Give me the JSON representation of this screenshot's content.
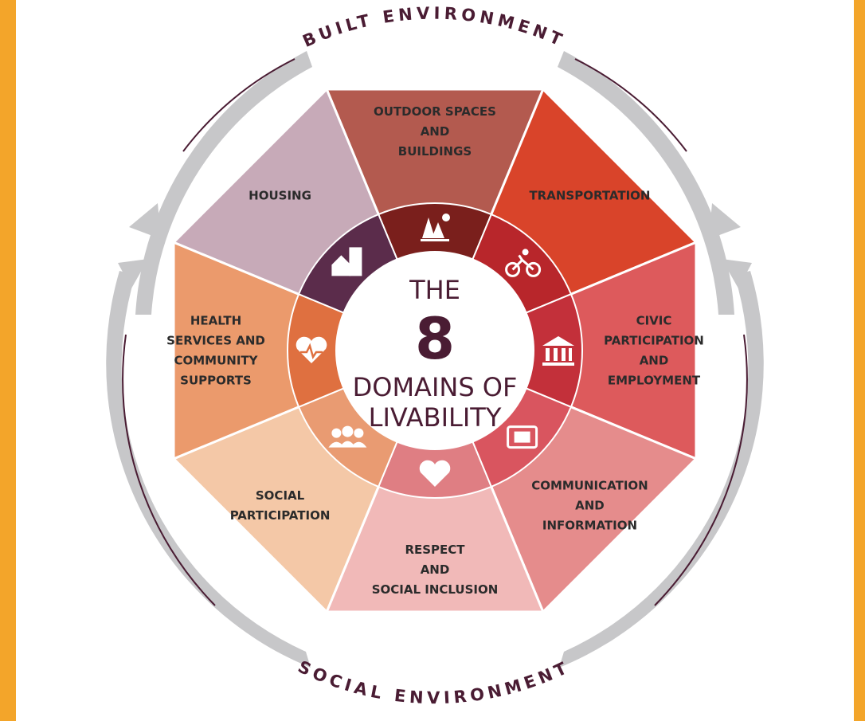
{
  "center": {
    "line1": "THE",
    "number": "8",
    "line2": "DOMAINS OF",
    "line3": "LIVABILITY"
  },
  "ring_labels": {
    "top": "BUILT ENVIRONMENT",
    "bottom": "SOCIAL ENVIRONMENT"
  },
  "domains": [
    {
      "id": "outdoor-spaces",
      "lines": [
        "OUTDOOR SPACES",
        "AND",
        "BUILDINGS"
      ],
      "outer_color": "#b35a4f",
      "inner_color": "#7a1f1c",
      "icon": "park-icon"
    },
    {
      "id": "transportation",
      "lines": [
        "TRANSPORTATION"
      ],
      "outer_color": "#d9442a",
      "inner_color": "#b8262b",
      "icon": "bicycle-icon"
    },
    {
      "id": "civic-participation",
      "lines": [
        "CIVIC",
        "PARTICIPATION",
        "AND",
        "EMPLOYMENT"
      ],
      "outer_color": "#dd5a5c",
      "inner_color": "#c3303a",
      "icon": "building-columns-icon"
    },
    {
      "id": "communication",
      "lines": [
        "COMMUNICATION",
        "AND",
        "INFORMATION"
      ],
      "outer_color": "#e58c8c",
      "inner_color": "#d9555f",
      "icon": "tablet-icon"
    },
    {
      "id": "respect",
      "lines": [
        "RESPECT",
        "AND",
        "SOCIAL INCLUSION"
      ],
      "outer_color": "#f1b9b8",
      "inner_color": "#df7e83",
      "icon": "heart-handshake-icon"
    },
    {
      "id": "social-participation",
      "lines": [
        "SOCIAL",
        "PARTICIPATION"
      ],
      "outer_color": "#f4c8a7",
      "inner_color": "#e99b72",
      "icon": "people-icon"
    },
    {
      "id": "health-services",
      "lines": [
        "HEALTH",
        "SERVICES AND",
        "COMMUNITY",
        "SUPPORTS"
      ],
      "outer_color": "#eb9a6c",
      "inner_color": "#df7040",
      "icon": "heart-pulse-icon"
    },
    {
      "id": "housing",
      "lines": [
        "HOUSING"
      ],
      "outer_color": "#c7aab8",
      "inner_color": "#5b2c4b",
      "icon": "house-icon"
    }
  ],
  "colors": {
    "frame": "#f3a52a",
    "arrow_ring": "#c7c7c9",
    "center_text": "#4a1c33"
  }
}
